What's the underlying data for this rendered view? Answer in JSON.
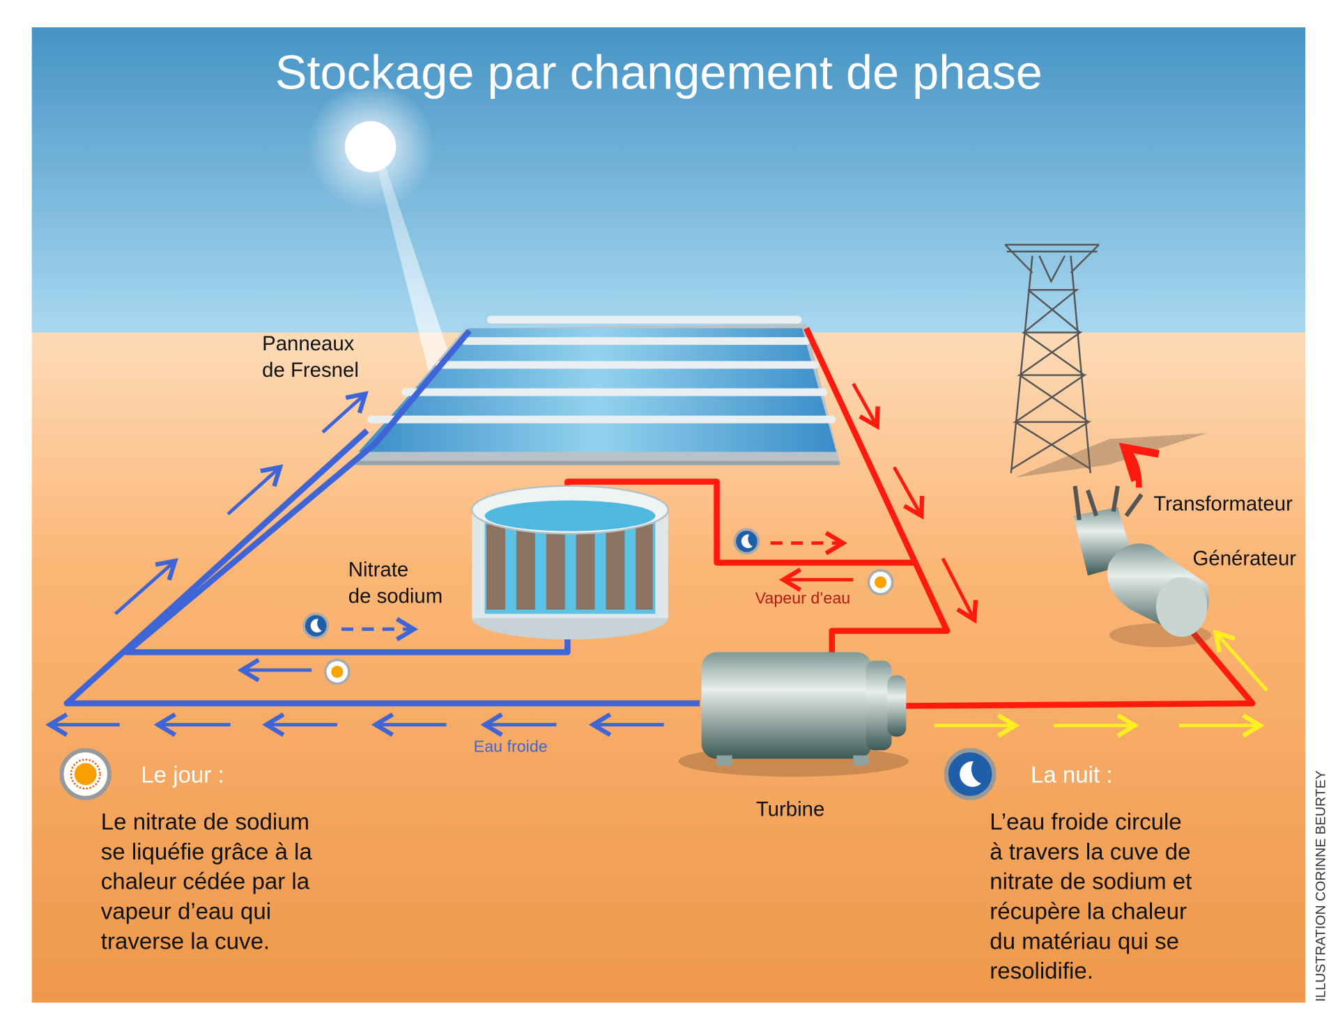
{
  "title": "Stockage par changement de phase",
  "labels": {
    "fresnel_line1": "Panneaux",
    "fresnel_line2": "de Fresnel",
    "nitrate_line1": "Nitrate",
    "nitrate_line2": "de sodium",
    "vapeur": "Vapeur d’eau",
    "eau_froide": "Eau froide",
    "turbine": "Turbine",
    "transformateur": "Transformateur",
    "generateur": "Générateur"
  },
  "day": {
    "heading": "Le jour :",
    "icon": "sun-icon",
    "lines": [
      "Le nitrate de sodium",
      "se liquéfie grâce à la",
      "chaleur cédée par la",
      "vapeur d’eau qui",
      "traverse la cuve."
    ]
  },
  "night": {
    "heading": "La nuit :",
    "icon": "moon-icon",
    "lines": [
      "L’eau froide circule",
      "à travers la cuve de",
      "nitrate de sodium et",
      "récupère la chaleur",
      "du matériau qui se",
      "resolidifie."
    ]
  },
  "credit": "ILLUSTRATION CORINNE BEURTEY",
  "colors": {
    "cold_pipe": "#3f64d6",
    "hot_pipe": "#ff1a10",
    "electric": "#ffee22",
    "sky_top": "#4593c4",
    "sand_bottom": "#ef9a4a"
  }
}
